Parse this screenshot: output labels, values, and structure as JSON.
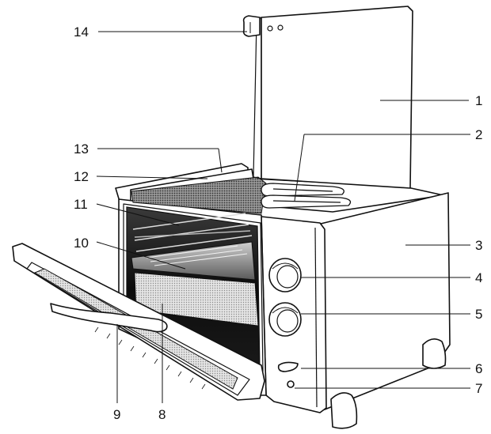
{
  "figure": {
    "subject": "toaster oven with lift-up top lid",
    "colors": {
      "line": "#111111",
      "paper": "#ffffff",
      "shade_light": "#d9d9d9",
      "shade_dark": "#8a8a8a",
      "cavity": "#1a1a1a"
    }
  },
  "callouts": [
    {
      "id": "c1",
      "label": "1"
    },
    {
      "id": "c2",
      "label": "2"
    },
    {
      "id": "c3",
      "label": "3"
    },
    {
      "id": "c4",
      "label": "4"
    },
    {
      "id": "c5",
      "label": "5"
    },
    {
      "id": "c6",
      "label": "6"
    },
    {
      "id": "c7",
      "label": "7"
    },
    {
      "id": "c8",
      "label": "8"
    },
    {
      "id": "c9",
      "label": "9"
    },
    {
      "id": "c10",
      "label": "10"
    },
    {
      "id": "c11",
      "label": "11"
    },
    {
      "id": "c12",
      "label": "12"
    },
    {
      "id": "c13",
      "label": "13"
    },
    {
      "id": "c14",
      "label": "14"
    }
  ]
}
